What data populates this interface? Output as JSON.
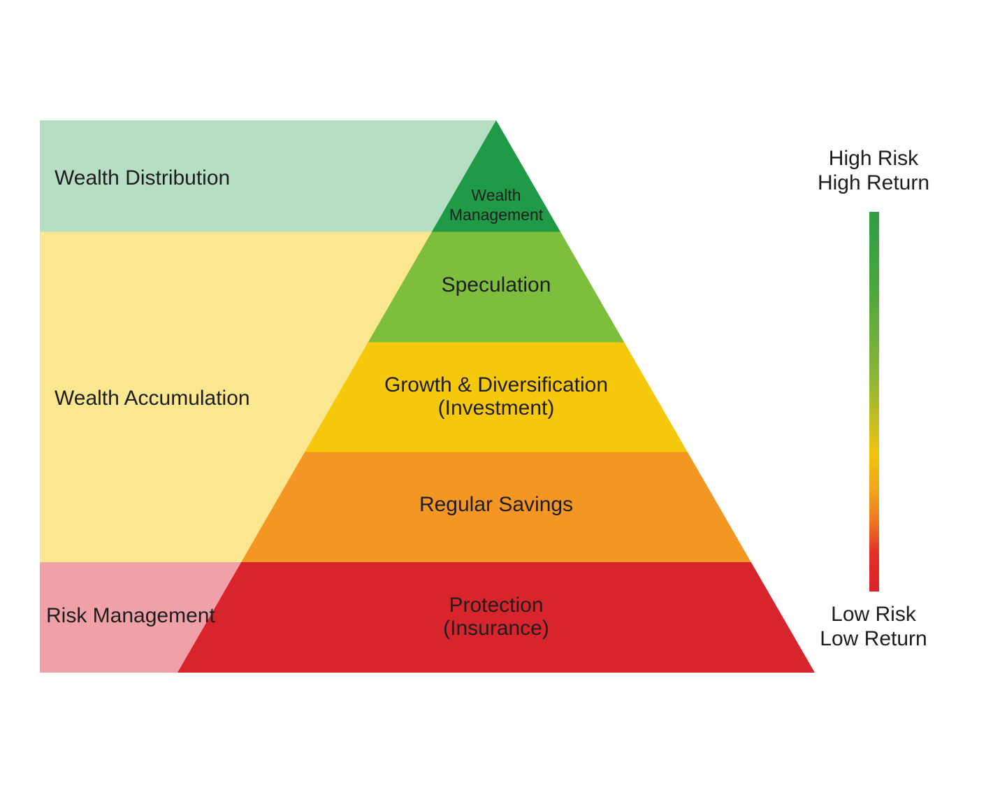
{
  "background_color": "#ffffff",
  "text_color": "#1d1d1d",
  "bands": [
    {
      "label": "Wealth Distribution",
      "color": "#b5dec3"
    },
    {
      "label": "Wealth Accumulation",
      "color": "#fae790"
    },
    {
      "label": "Risk Management",
      "color": "#f0a1a8"
    }
  ],
  "pyramid": {
    "levels": [
      {
        "label": "Wealth Management",
        "sublabel": "",
        "color": "#1f9b48"
      },
      {
        "label": "Speculation",
        "sublabel": "",
        "color": "#7dbe3c"
      },
      {
        "label": "Growth & Diversification",
        "sublabel": "(Investment)",
        "color": "#f6c80c"
      },
      {
        "label": "Regular Savings",
        "sublabel": "",
        "color": "#f39623"
      },
      {
        "label": "Protection",
        "sublabel": "(Insurance)",
        "color": "#d8242c"
      }
    ]
  },
  "legend": {
    "high": {
      "line1": "High Risk",
      "line2": "High Return"
    },
    "low": {
      "line1": "Low Risk",
      "line2": "Low Return"
    },
    "gradient_stops": [
      "#2f9e43",
      "#45a53e",
      "#8db637",
      "#f2c40e",
      "#f2a11b",
      "#ee7a22",
      "#e03127",
      "#dc2127"
    ]
  }
}
